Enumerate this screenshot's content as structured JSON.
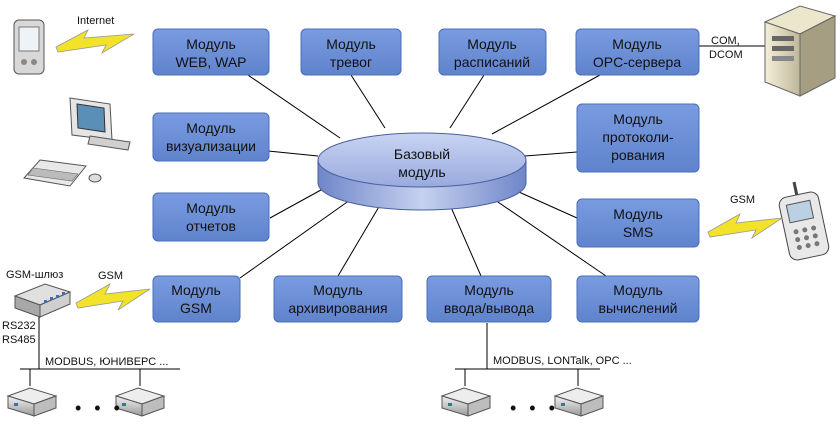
{
  "modules": {
    "web_wap": [
      "Модуль",
      "WEB, WAP"
    ],
    "alarms": [
      "Модуль",
      "тревог"
    ],
    "schedules": [
      "Модуль",
      "расписаний"
    ],
    "opc_server": [
      "Модуль",
      "OPC-сервера"
    ],
    "visualization": [
      "Модуль",
      "визуализации"
    ],
    "logging": [
      "Модуль",
      "протоколи-",
      "рования"
    ],
    "reports": [
      "Модуль",
      "отчетов"
    ],
    "sms": [
      "Модуль",
      "SMS"
    ],
    "gsm": [
      "Модуль",
      "GSM"
    ],
    "archiving": [
      "Модуль",
      "архивирования"
    ],
    "io": [
      "Модуль",
      "ввода/вывода"
    ],
    "calculations": [
      "Модуль",
      "вычислений"
    ]
  },
  "base_module": [
    "Базовый",
    "модуль"
  ],
  "labels": {
    "internet": "Internet",
    "com_dcom": [
      "COM,",
      "DCOM"
    ],
    "gsm_phone": "GSM",
    "gsm_gateway": "GSM-шлюз",
    "gsm_link": "GSM",
    "rs232": "RS232",
    "rs485": "RS485",
    "bus_left": "MODBUS, ЮНИВЕРС ...",
    "bus_right": "MODBUS, LONTalk, OPC ...",
    "ellipsis_left": "• • •",
    "ellipsis_right": "• • •"
  },
  "colors": {
    "module_fill": "#6b8fd6",
    "module_stroke": "#4a6fb8",
    "base_fill": "#a9b8e4",
    "lightning": "#f2e22a",
    "line": "#000000"
  },
  "icons": [
    "pda-icon",
    "computer-icon",
    "server-icon",
    "mobile-phone-icon",
    "gsm-gateway-icon",
    "device-icon",
    "lightning-icon"
  ]
}
